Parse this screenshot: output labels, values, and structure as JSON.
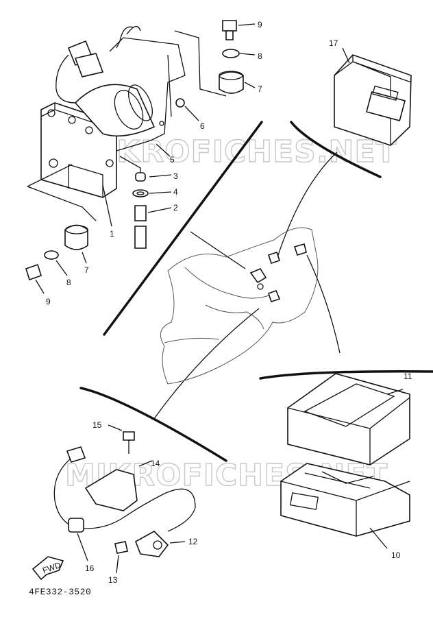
{
  "diagram": {
    "part_code": "4FE332-3520",
    "watermark": "MIKROFICHES.NET",
    "fwd_label": "FWD",
    "callouts": [
      {
        "id": "c1",
        "text": "1"
      },
      {
        "id": "c2",
        "text": "2"
      },
      {
        "id": "c3",
        "text": "3"
      },
      {
        "id": "c4",
        "text": "4"
      },
      {
        "id": "c5",
        "text": "5"
      },
      {
        "id": "c6",
        "text": "6"
      },
      {
        "id": "c7a",
        "text": "7"
      },
      {
        "id": "c8a",
        "text": "8"
      },
      {
        "id": "c9a",
        "text": "9"
      },
      {
        "id": "c7b",
        "text": "7"
      },
      {
        "id": "c8b",
        "text": "8"
      },
      {
        "id": "c9b",
        "text": "9"
      },
      {
        "id": "c10",
        "text": "10"
      },
      {
        "id": "c11",
        "text": "11"
      },
      {
        "id": "c12",
        "text": "12"
      },
      {
        "id": "c13",
        "text": "13"
      },
      {
        "id": "c14",
        "text": "14"
      },
      {
        "id": "c15",
        "text": "15"
      },
      {
        "id": "c16",
        "text": "16"
      },
      {
        "id": "c17",
        "text": "17"
      }
    ]
  }
}
